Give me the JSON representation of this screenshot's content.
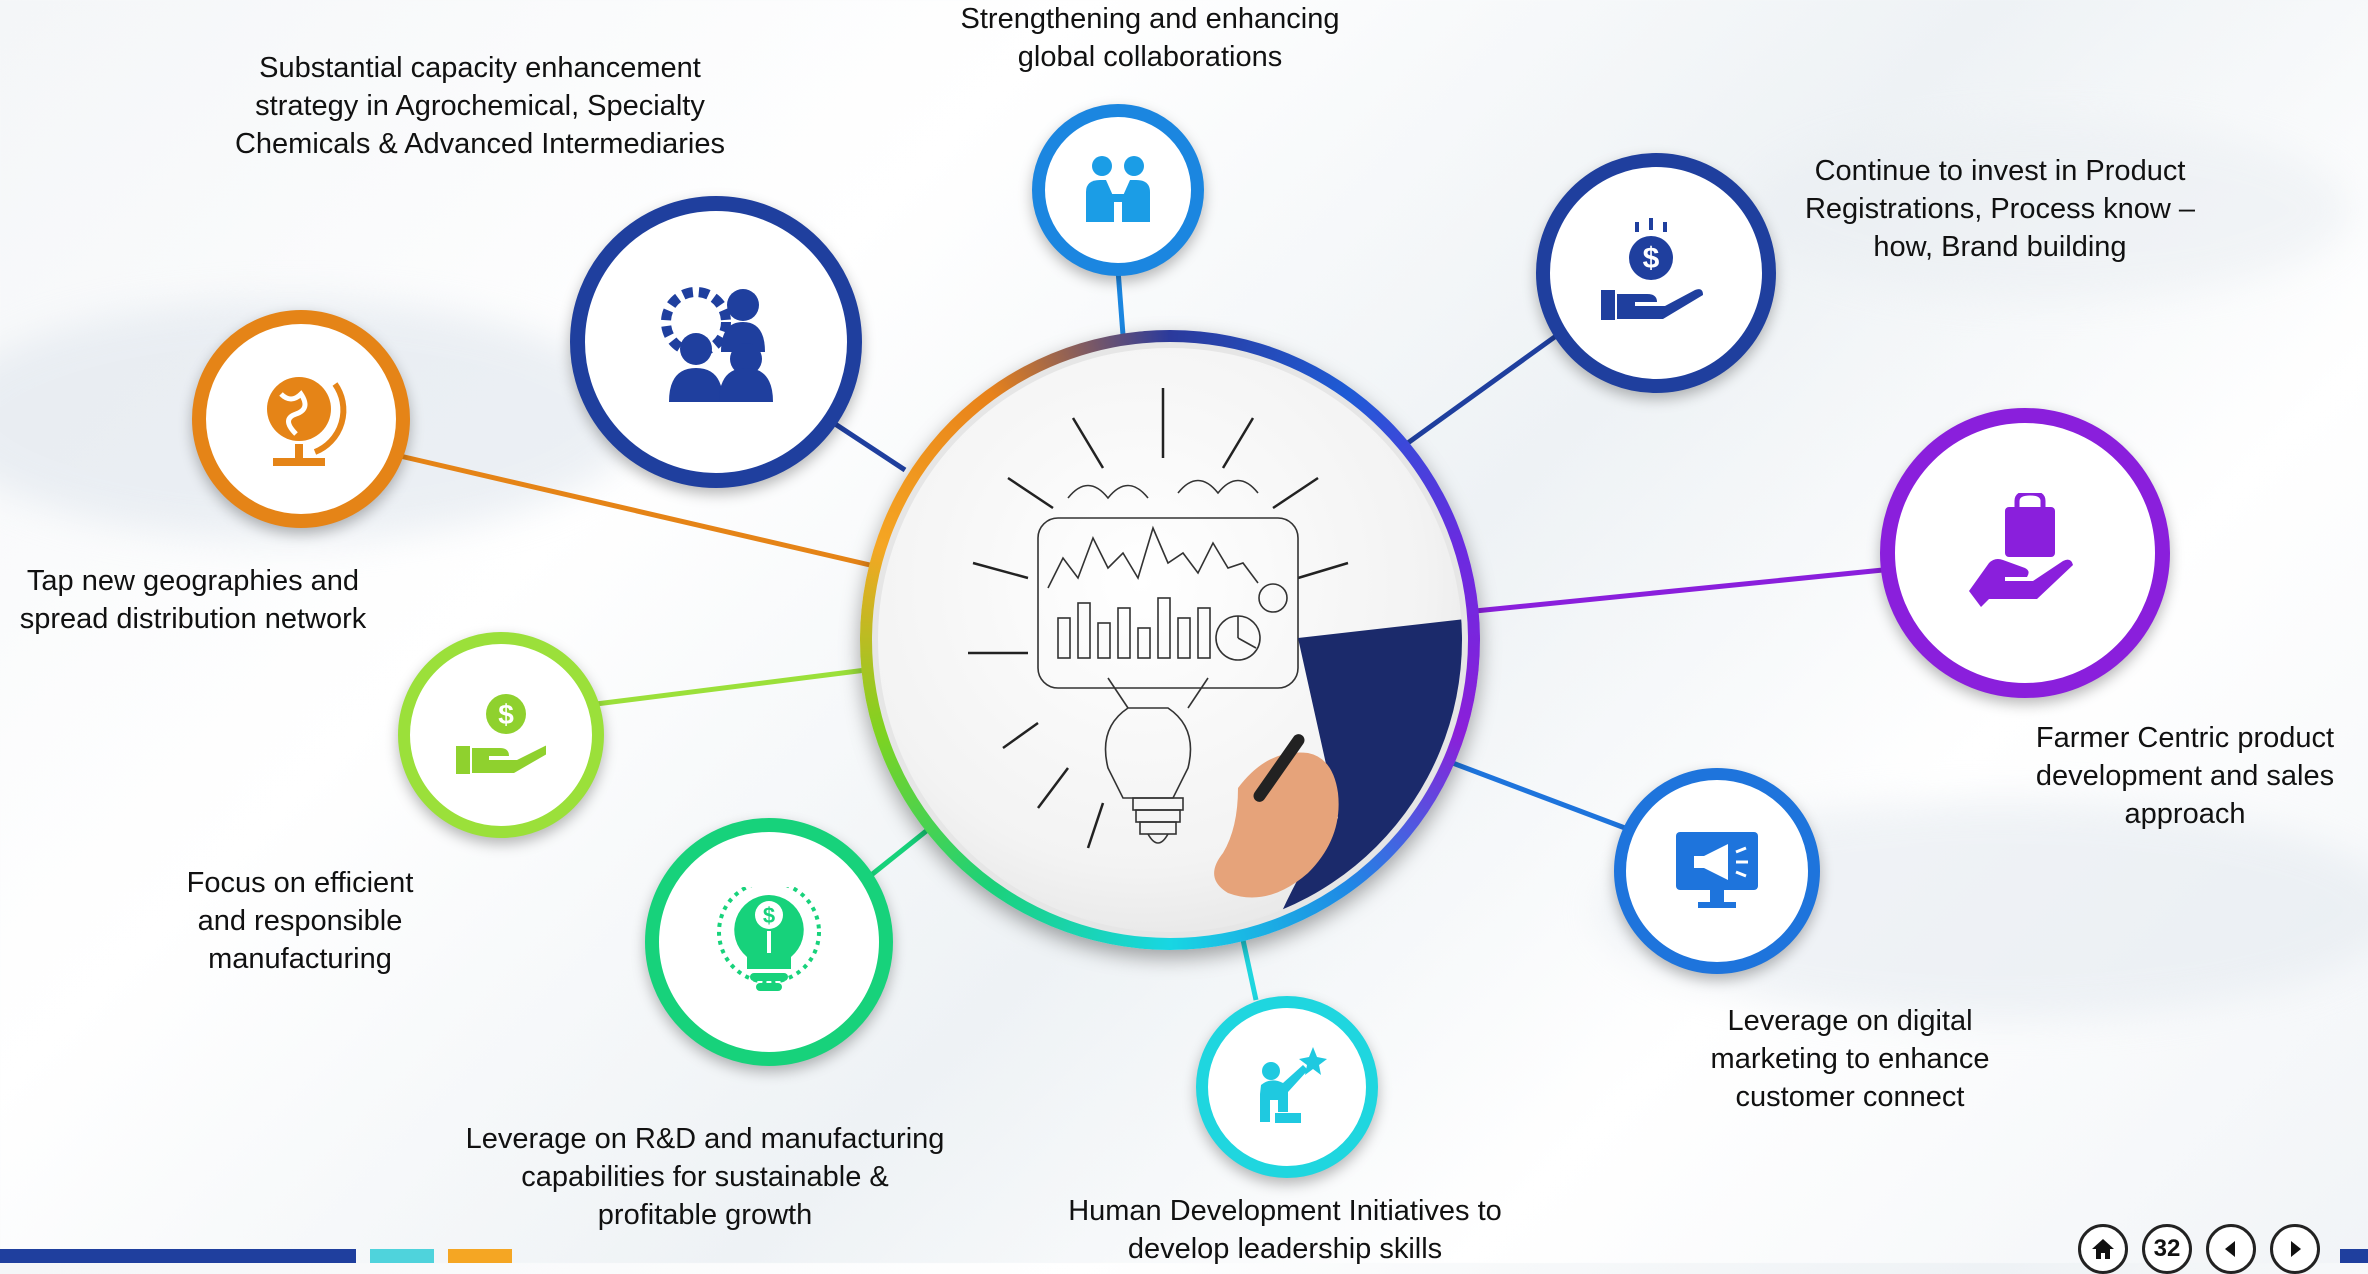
{
  "slide": {
    "page_number": "32",
    "hub_image": "idea-sketch-lightbulb-illustration",
    "nodes": [
      {
        "key": "collab",
        "label": "Strengthening and enhancing\nglobal collaborations",
        "icon": "handshake-people-icon",
        "color": "#1b86e0"
      },
      {
        "key": "capacity",
        "label": "Substantial capacity enhancement\nstrategy in Agrochemical, Specialty\nChemicals & Advanced Intermediaries",
        "icon": "team-gear-icon",
        "color": "#1f3f9e"
      },
      {
        "key": "invest",
        "label": "Continue to invest in Product\nRegistrations, Process know –\nhow, Brand building",
        "icon": "hand-dollar-coin-icon",
        "color": "#1f3f9e"
      },
      {
        "key": "geo",
        "label": "Tap new geographies and\nspread distribution network",
        "icon": "globe-stand-icon",
        "color": "#e58417"
      },
      {
        "key": "farmer",
        "label": "Farmer Centric product\ndevelopment and sales\napproach",
        "icon": "hand-shopping-bag-icon",
        "color": "#8a1fdc"
      },
      {
        "key": "manufacturing",
        "label": "Focus on efficient\nand responsible\nmanufacturing",
        "icon": "hand-dollar-icon",
        "color": "#9be03a"
      },
      {
        "key": "digital",
        "label": "Leverage on digital\nmarketing to enhance\ncustomer connect",
        "icon": "monitor-megaphone-icon",
        "color": "#1e74dc"
      },
      {
        "key": "rnd",
        "label": "Leverage on R&D and manufacturing\ncapabilities for sustainable &\nprofitable growth",
        "icon": "lightbulb-dollar-icon",
        "color": "#17d27b"
      },
      {
        "key": "hr",
        "label": "Human Development Initiatives to\ndevelop leadership skills",
        "icon": "person-reaching-star-icon",
        "color": "#1fd6df"
      }
    ]
  },
  "footer": {
    "bar_colors": [
      "#1f3f9e",
      "#4fd3dc",
      "#f5a623"
    ],
    "home_icon": "home-icon",
    "prev_icon": "triangle-left-icon",
    "next_icon": "triangle-right-icon"
  }
}
